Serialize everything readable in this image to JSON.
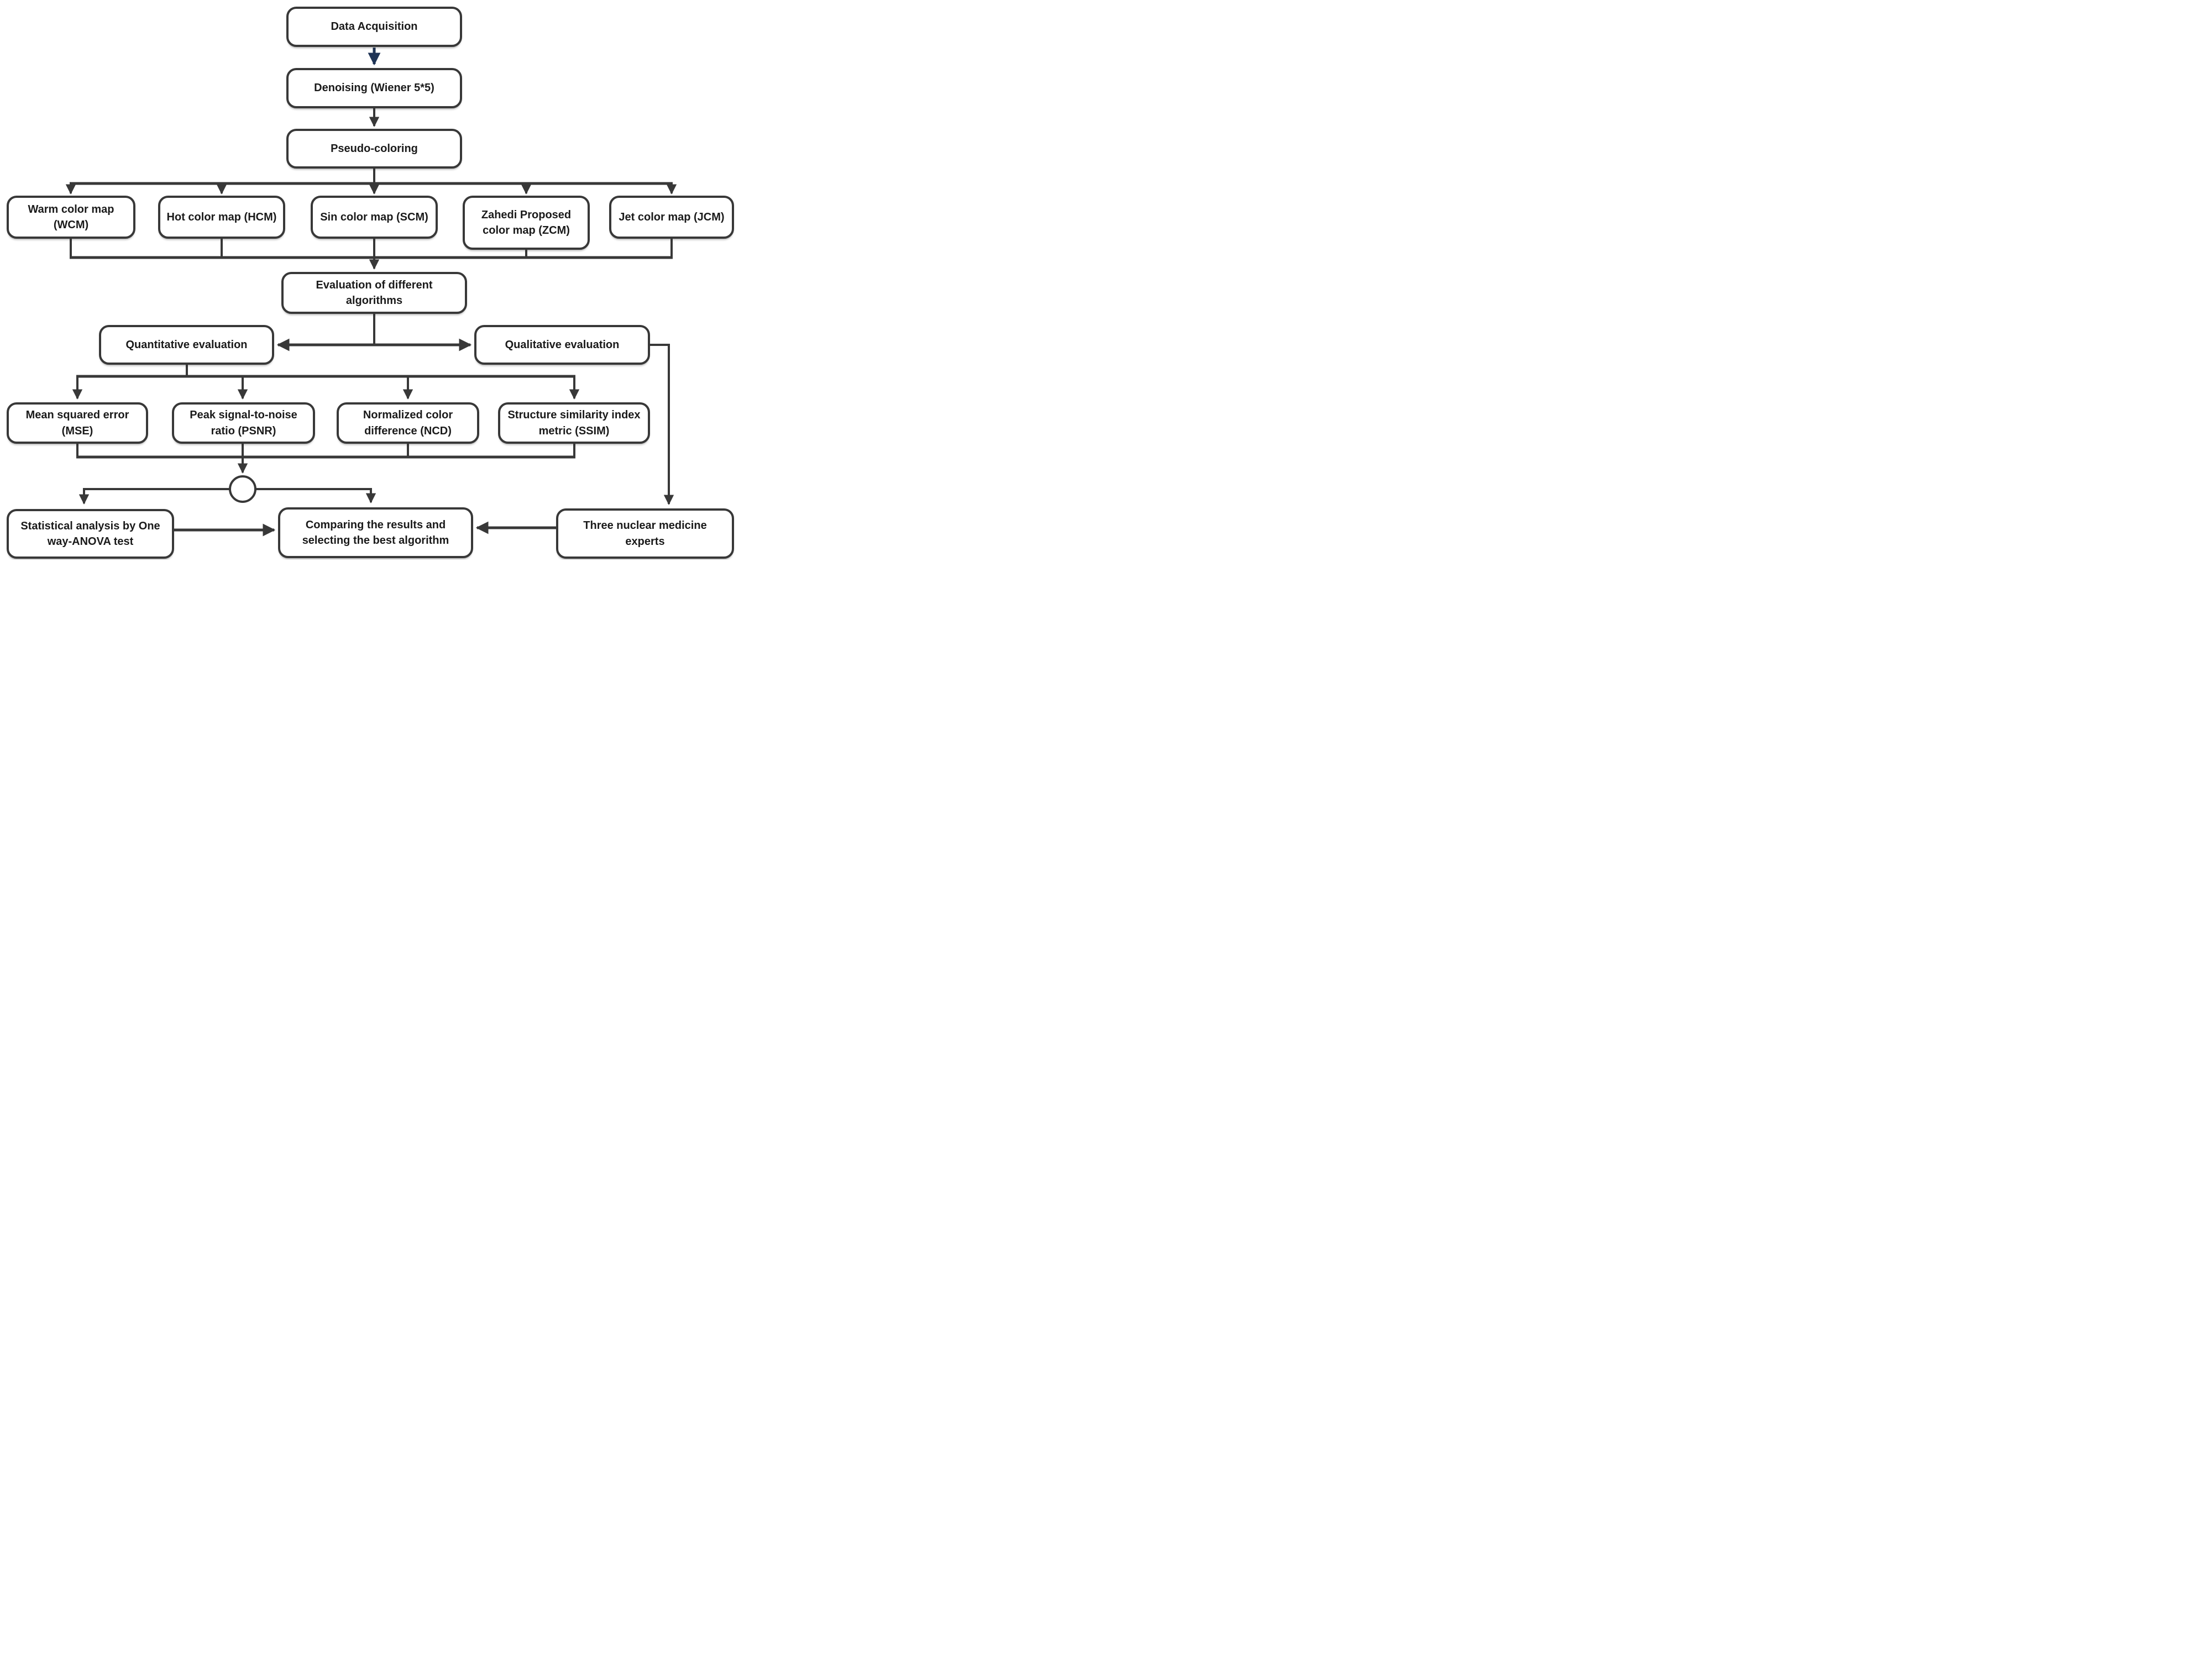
{
  "diagram": {
    "type": "flowchart",
    "colors": {
      "line": "#383838",
      "accent_arrow": "#1f3456",
      "node_fill": "#ffffff",
      "node_border": "#383838",
      "background": "#ffffff"
    },
    "nodes": {
      "data_acquisition": {
        "label": "Data Acquisition"
      },
      "denoising": {
        "label": "Denoising (Wiener 5*5)"
      },
      "pseudo_coloring": {
        "label": "Pseudo-coloring"
      },
      "wcm": {
        "label": "Warm color map (WCM)"
      },
      "hcm": {
        "label": "Hot color map (HCM)"
      },
      "scm": {
        "label": "Sin color map (SCM)"
      },
      "zcm": {
        "label": "Zahedi Proposed color map (ZCM)"
      },
      "jcm": {
        "label": "Jet color map (JCM)"
      },
      "evaluation": {
        "label": "Evaluation of different algorithms"
      },
      "quantitative": {
        "label": "Quantitative evaluation"
      },
      "qualitative": {
        "label": "Qualitative evaluation"
      },
      "mse": {
        "label": "Mean squared error (MSE)"
      },
      "psnr": {
        "label": "Peak signal-to-noise ratio (PSNR)"
      },
      "ncd": {
        "label": "Normalized color difference (NCD)"
      },
      "ssim": {
        "label": "Structure similarity index metric (SSIM)"
      },
      "junction_circle": {
        "label": "",
        "shape": "circle"
      },
      "statistical": {
        "label": "Statistical analysis by One way-ANOVA test"
      },
      "comparing": {
        "label": "Comparing the results and selecting the best algorithm"
      },
      "experts": {
        "label": "Three nuclear medicine experts"
      }
    },
    "edges": [
      {
        "from": "data_acquisition",
        "to": "denoising",
        "arrow": true,
        "color": "accent"
      },
      {
        "from": "denoising",
        "to": "pseudo_coloring",
        "arrow": true
      },
      {
        "from": "pseudo_coloring",
        "to": "wcm",
        "arrow": true
      },
      {
        "from": "pseudo_coloring",
        "to": "hcm",
        "arrow": true
      },
      {
        "from": "pseudo_coloring",
        "to": "scm",
        "arrow": true
      },
      {
        "from": "pseudo_coloring",
        "to": "zcm",
        "arrow": true
      },
      {
        "from": "pseudo_coloring",
        "to": "jcm",
        "arrow": true
      },
      {
        "from": "wcm",
        "to": "evaluation",
        "arrow": true
      },
      {
        "from": "hcm",
        "to": "evaluation",
        "arrow": true
      },
      {
        "from": "scm",
        "to": "evaluation",
        "arrow": true
      },
      {
        "from": "zcm",
        "to": "evaluation",
        "arrow": true
      },
      {
        "from": "jcm",
        "to": "evaluation",
        "arrow": true
      },
      {
        "from": "evaluation",
        "to": "quantitative",
        "arrow": true
      },
      {
        "from": "evaluation",
        "to": "qualitative",
        "arrow": true
      },
      {
        "from": "quantitative",
        "to": "mse",
        "arrow": true
      },
      {
        "from": "quantitative",
        "to": "psnr",
        "arrow": true
      },
      {
        "from": "quantitative",
        "to": "ncd",
        "arrow": true
      },
      {
        "from": "quantitative",
        "to": "ssim",
        "arrow": true
      },
      {
        "from": "mse",
        "to": "junction_circle",
        "arrow": false
      },
      {
        "from": "psnr",
        "to": "junction_circle",
        "arrow": true
      },
      {
        "from": "ncd",
        "to": "junction_circle",
        "arrow": false
      },
      {
        "from": "ssim",
        "to": "junction_circle",
        "arrow": false
      },
      {
        "from": "junction_circle",
        "to": "statistical",
        "arrow": true
      },
      {
        "from": "junction_circle",
        "to": "comparing",
        "arrow": true
      },
      {
        "from": "statistical",
        "to": "comparing",
        "arrow": true
      },
      {
        "from": "qualitative",
        "to": "experts",
        "arrow": true
      },
      {
        "from": "experts",
        "to": "comparing",
        "arrow": true
      }
    ]
  }
}
